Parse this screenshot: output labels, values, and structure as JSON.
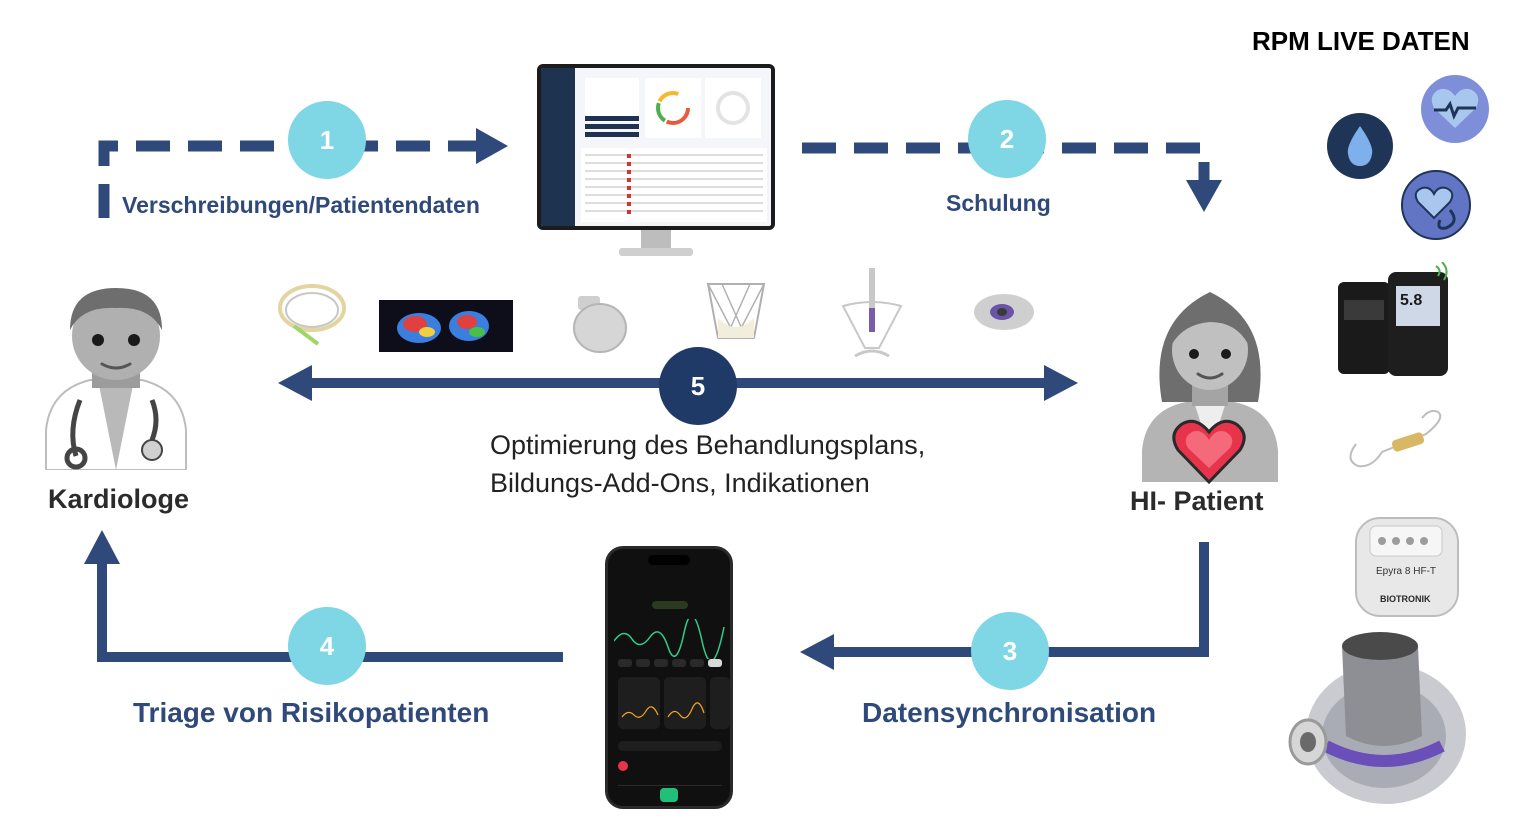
{
  "header": {
    "title": "RPM LIVE DATEN"
  },
  "roles": {
    "left": "Kardiologe",
    "right": "HI- Patient"
  },
  "steps": [
    {
      "number": "1",
      "label": "Verschreibungen/Patientendaten"
    },
    {
      "number": "2",
      "label": "Schulung"
    },
    {
      "number": "3",
      "label": "Datensynchronisation"
    },
    {
      "number": "4",
      "label": "Triage von Risikopatienten"
    },
    {
      "number": "5",
      "label_line1": "Optimierung des Behandlungsplans,",
      "label_line2": "Bildungs-Add-Ons, Indikationen"
    }
  ],
  "devices": {
    "glucometer_reading": "5.8",
    "pacemaker_model": "Epyra 8 HF-T",
    "pacemaker_brand": "BIOTRONIK"
  },
  "icons": {
    "drop": "blood-drop-icon",
    "heart_rate": "heart-rate-icon",
    "blood_pressure": "blood-pressure-icon",
    "patient_heart": "heart-icon"
  },
  "colors": {
    "arrow": "#2f4a7a",
    "badge_light": "#7fd6e4",
    "badge_dark": "#1f3a66",
    "heart": "#e8344a",
    "person_gray": "#b9b9b9"
  }
}
